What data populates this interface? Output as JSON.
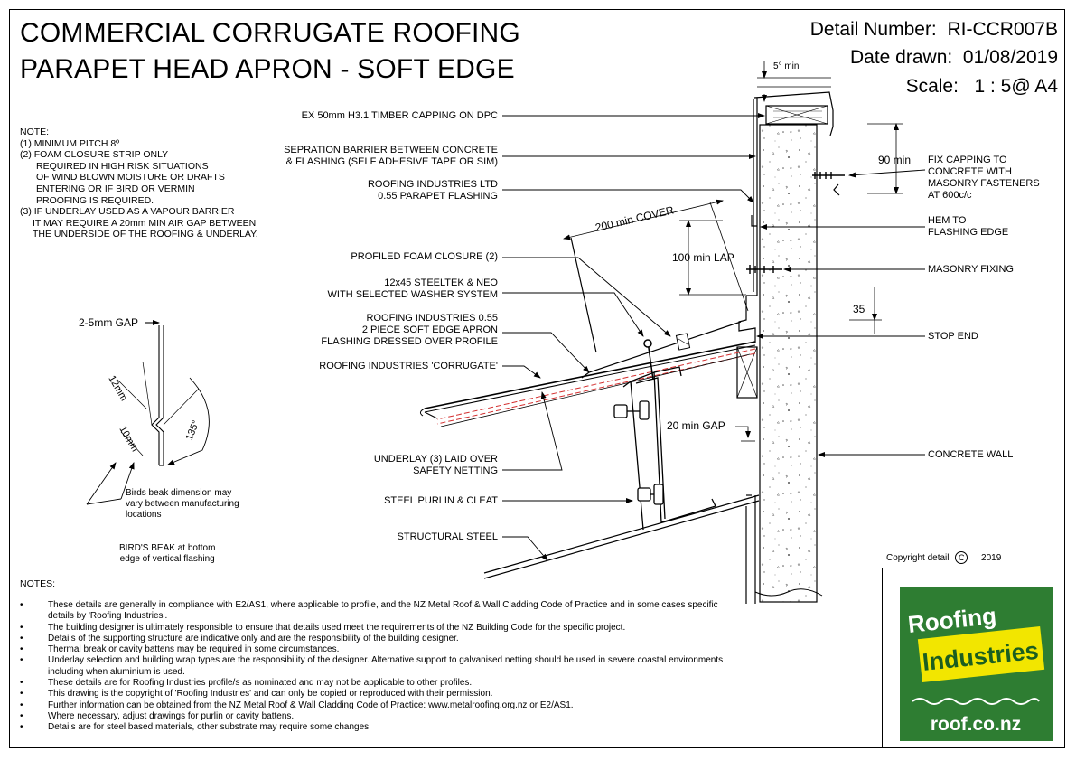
{
  "title": {
    "line1": "COMMERCIAL CORRUGATE ROOFING",
    "line2": "PARAPET HEAD APRON - SOFT EDGE"
  },
  "header": {
    "detail_label": "Detail Number:",
    "detail_value": "RI-CCR007B",
    "date_label": "Date drawn:",
    "date_value": "01/08/2019",
    "scale_label": "Scale:",
    "scale_value": "1 : 5@ A4"
  },
  "note": {
    "heading": "NOTE:",
    "lines": [
      "(1) MINIMUM PITCH 8º",
      "(2) FOAM CLOSURE STRIP ONLY",
      "REQUIRED IN HIGH RISK SITUATIONS",
      "OF WIND BLOWN MOISTURE OR DRAFTS",
      "ENTERING OR IF BIRD OR VERMIN",
      "PROOFING IS REQUIRED.",
      "(3) IF UNDERLAY USED AS A VAPOUR BARRIER",
      "IT MAY REQUIRE A 20mm MIN AIR GAP BETWEEN",
      "THE UNDERSIDE OF THE ROOFING & UNDERLAY."
    ]
  },
  "labels_left": {
    "capping": "EX 50mm H3.1 TIMBER CAPPING ON DPC",
    "separation_1": "SEPRATION BARRIER BETWEEN CONCRETE",
    "separation_2": "& FLASHING (SELF ADHESIVE TAPE OR SIM)",
    "parapet_1": "ROOFING INDUSTRIES LTD",
    "parapet_2": "0.55 PARAPET FLASHING",
    "foam": "PROFILED FOAM CLOSURE (2)",
    "steeltek_1": "12x45 STEELTEK & NEO",
    "steeltek_2": "WITH SELECTED WASHER SYSTEM",
    "apron_1": "ROOFING INDUSTRIES 0.55",
    "apron_2": "2 PIECE SOFT EDGE APRON",
    "apron_3": "FLASHING DRESSED OVER PROFILE",
    "corrugate": "ROOFING INDUSTRIES 'CORRUGATE'",
    "underlay_1": "UNDERLAY (3) LAID OVER",
    "underlay_2": "SAFETY NETTING",
    "purlin": "STEEL PURLIN & CLEAT",
    "structural": "STRUCTURAL STEEL"
  },
  "labels_right": {
    "fix_1": "FIX CAPPING TO",
    "fix_2": "CONCRETE WITH",
    "fix_3": "MASONRY FASTENERS",
    "fix_4": "AT 600c/c",
    "hem_1": "HEM TO",
    "hem_2": "FLASHING EDGE",
    "masonry": "MASONRY FIXING",
    "stop": "STOP END",
    "wall": "CONCRETE WALL"
  },
  "dimensions": {
    "slope": "5° min",
    "ninety": "90 min",
    "cover": "200 min COVER",
    "lap": "100 min LAP",
    "thirtyfive": "35",
    "gap20": "20 min GAP",
    "gap25": "2-5mm GAP",
    "twelve": "12mm",
    "ten": "10mm",
    "angle": "135°"
  },
  "birds_beak": {
    "note_1": "Birds beak dimension may",
    "note_2": "vary between manufacturing",
    "note_3": "locations",
    "caption_1": "BIRD'S BEAK at bottom",
    "caption_2": "edge of vertical flashing"
  },
  "notes": {
    "heading": "NOTES:",
    "items": [
      "These details are generally in compliance with E2/AS1, where applicable to profile, and the NZ Metal Roof & Wall Cladding Code of Practice and in some cases specific details by 'Roofing Industries'.",
      "The building designer is ultimately responsible to ensure that details used meet the requirements of the NZ Building Code for the specific project.",
      "Details of the supporting structure are indicative only and are the responsibility of the building designer.",
      "Thermal break or cavity battens may be required in some circumstances.",
      "Underlay selection and building wrap types are the responsibility of the designer. Alternative support to galvanised netting should be used in severe coastal environments including when aluminium is used.",
      "These details are for Roofing Industries profile/s as nominated and may not be applicable to other profiles.",
      "This drawing is the copyright of 'Roofing Industries' and can only be copied or reproduced with their permission.",
      "Further information can be obtained from the NZ Metal Roof & Wall Cladding Code of Practice: www.metalroofing.org.nz or E2/AS1.",
      "Where necessary, adjust drawings for purlin or cavity battens.",
      "Details are for steel based materials, other substrate may require some changes."
    ]
  },
  "copyright": {
    "label": "Copyright detail",
    "symbol": "C",
    "year": "2019"
  },
  "logo": {
    "line1": "Roofing",
    "line2": "Industries",
    "url": "roof.co.nz",
    "green": "#2e7d32",
    "yellow": "#f2e600"
  }
}
